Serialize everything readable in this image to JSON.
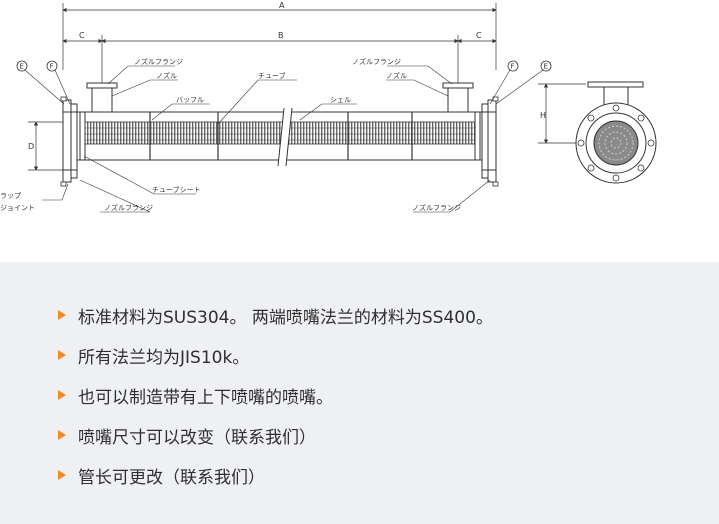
{
  "diagram": {
    "dimensions": {
      "A": "A",
      "B": "B",
      "C": "C",
      "D": "D",
      "H": "H"
    },
    "callouts": {
      "E": "E",
      "F": "F"
    },
    "labels": {
      "nozzle_flange_left": "ノズルフランジ",
      "nozzle_left": "ノズル",
      "baffle": "バッフル",
      "tube": "チューブ",
      "shell": "シェル",
      "nozzle_flange_right": "ノズルフランジ",
      "nozzle_right": "ノズル",
      "tube_sheet": "チューブシート",
      "lap_joint_line1": "ラップ",
      "lap_joint_line2": "ジョイント",
      "nozzle_flange_bottom_left": "ノズルフランジ",
      "nozzle_flange_bottom_right": "ノズルフランジ"
    },
    "colors": {
      "line": "#333333",
      "tube_fill": "#777777"
    }
  },
  "features": {
    "bullet_color": "#f08a24",
    "items": [
      "标准材料为SUS304。 两端喷嘴法兰的材料为SS400。",
      "所有法兰均为JIS10k。",
      "也可以制造带有上下喷嘴的喷嘴。",
      "喷嘴尺寸可以改变（联系我们）",
      "管长可更改（联系我们）"
    ]
  }
}
